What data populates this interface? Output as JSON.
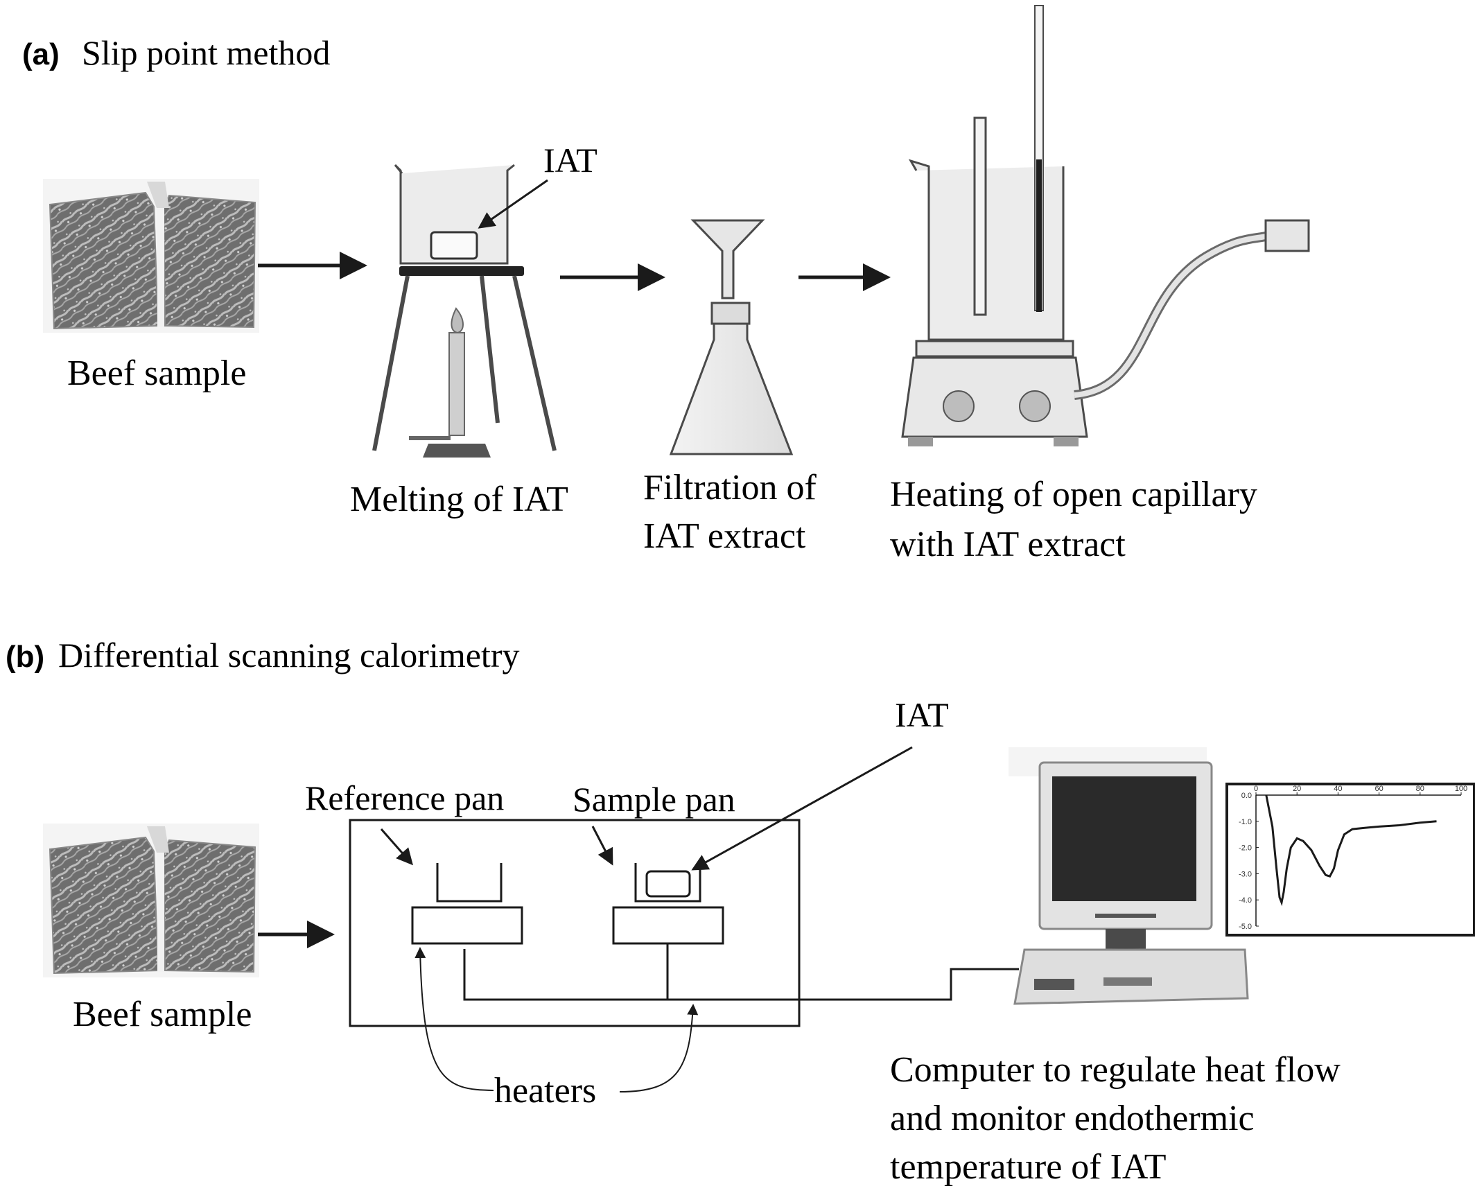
{
  "panel_a": {
    "letter": "(a)",
    "title": "Slip point method",
    "beef_label": "Beef sample",
    "iat_label": "IAT",
    "melting_label": "Melting of IAT",
    "filtration_label": [
      "Filtration of",
      "IAT extract"
    ],
    "heating_label": [
      "Heating of open capillary",
      "with IAT extract"
    ]
  },
  "panel_b": {
    "letter": "(b)",
    "title": "Differential scanning calorimetry",
    "beef_label": "Beef sample",
    "iat_label": "IAT",
    "reference_pan_label": "Reference pan",
    "sample_pan_label": "Sample pan",
    "heaters_label": "heaters",
    "computer_label": [
      "Computer to regulate heat flow",
      "and monitor endothermic",
      "temperature of IAT"
    ]
  },
  "thermogram": {
    "x_ticks": [
      "0",
      "20",
      "40",
      "60",
      "80",
      "100"
    ],
    "y_ticks": [
      "0.0",
      "-1.0",
      "-2.0",
      "-3.0",
      "-4.0",
      "-5.0"
    ],
    "curve": [
      [
        5,
        0.0
      ],
      [
        8,
        -1.2
      ],
      [
        10,
        -2.8
      ],
      [
        11.5,
        -3.9
      ],
      [
        12.5,
        -4.1
      ],
      [
        13.5,
        -3.7
      ],
      [
        15,
        -2.8
      ],
      [
        17,
        -2.0
      ],
      [
        20,
        -1.65
      ],
      [
        23,
        -1.75
      ],
      [
        27,
        -2.1
      ],
      [
        31,
        -2.7
      ],
      [
        34,
        -3.05
      ],
      [
        36,
        -3.1
      ],
      [
        38,
        -2.8
      ],
      [
        40,
        -2.1
      ],
      [
        43,
        -1.5
      ],
      [
        47,
        -1.3
      ],
      [
        53,
        -1.25
      ],
      [
        60,
        -1.2
      ],
      [
        70,
        -1.15
      ],
      [
        80,
        -1.05
      ],
      [
        88,
        -1.0
      ]
    ]
  },
  "colors": {
    "ink": "#1a1a1a",
    "apparatus_fill": "#ececec",
    "apparatus_stroke": "#4a4a4a",
    "meat_dark": "#6e6e6e",
    "meat_light": "#b8b8b8",
    "screen": "#2a2a2a"
  }
}
